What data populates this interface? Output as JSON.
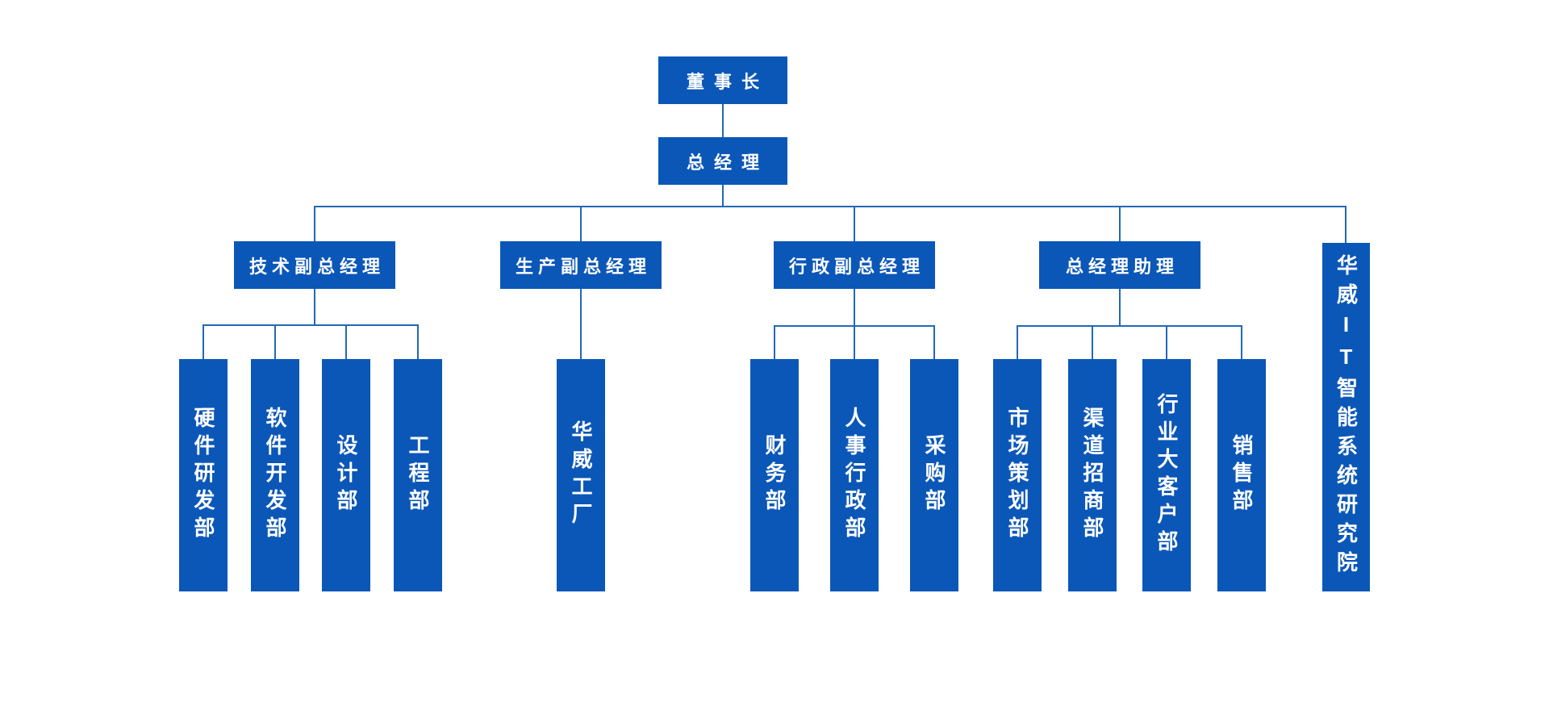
{
  "org_chart": {
    "chairman": "董事长",
    "general_manager": "总经理",
    "branches": [
      {
        "label": "技术副总经理",
        "children": [
          "硬件研发部",
          "软件开发部",
          "设计部",
          "工程部"
        ]
      },
      {
        "label": "生产副总经理",
        "children": [
          "华威工厂"
        ]
      },
      {
        "label": "行政副总经理",
        "children": [
          "财务部",
          "人事行政部",
          "采购部"
        ]
      },
      {
        "label": "总经理助理",
        "children": [
          "市场策划部",
          "渠道招商部",
          "行业大客户部",
          "销售部"
        ]
      },
      {
        "label": "华威IT智能系统研究院",
        "children": []
      }
    ],
    "colors": {
      "node_fill": "#0B57B8",
      "connector": "#2268B8",
      "node_text": "#FFFFFF",
      "background": "#FFFFFF"
    }
  }
}
